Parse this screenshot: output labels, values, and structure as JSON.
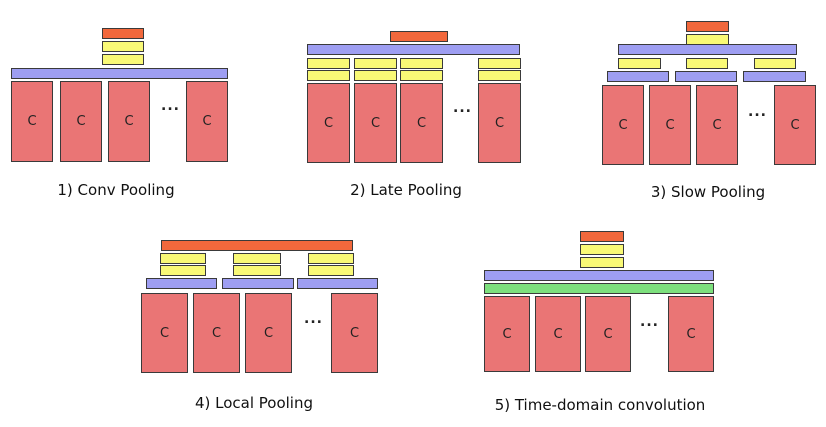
{
  "colors": {
    "cnn": "#ea7575",
    "pool": "#9e9ef2",
    "fc": "#f9f976",
    "out": "#f2683c",
    "conv": "#7de07d"
  },
  "cnn_label": "C",
  "ellipsis": "...",
  "captions": {
    "conv": "1) Conv Pooling",
    "late": "2) Late Pooling",
    "slow": "3) Slow Pooling",
    "local": "4) Local Pooling",
    "time": "5) Time-domain convolution"
  }
}
